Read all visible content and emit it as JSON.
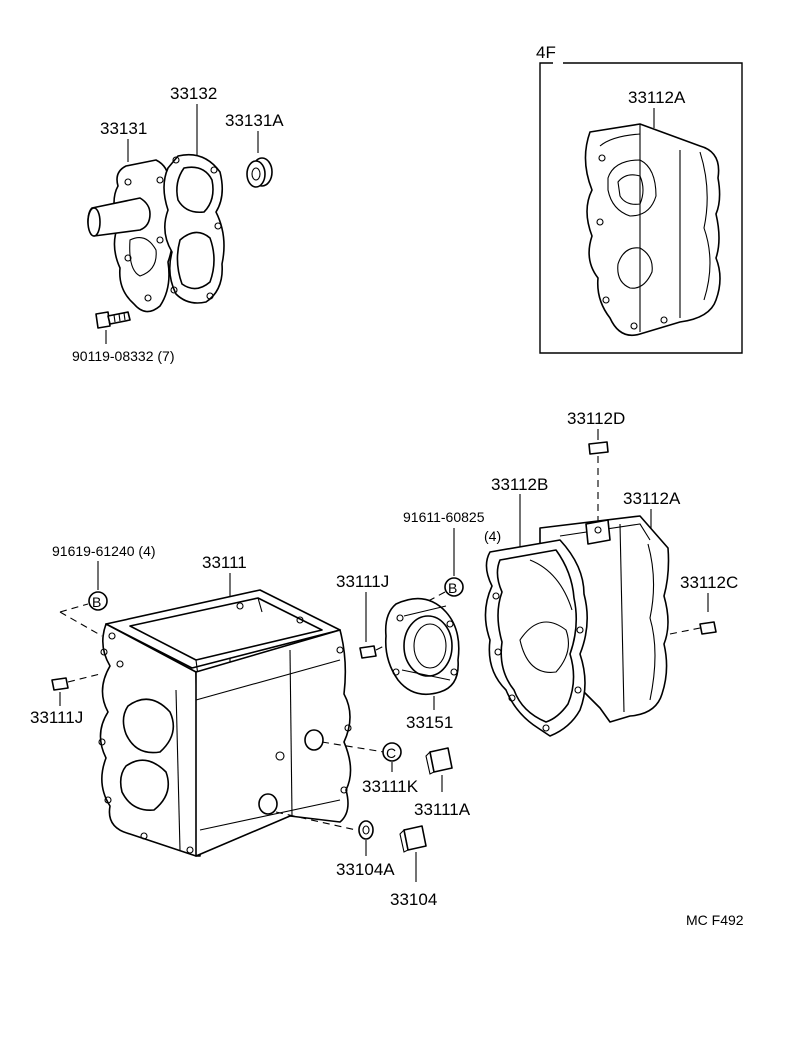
{
  "inset": {
    "label": "4F",
    "part": "33112A"
  },
  "labels": {
    "p33131": "33131",
    "p33132": "33132",
    "p33131A": "33131A",
    "p90119": "90119-08332 (7)",
    "p33112D": "33112D",
    "p33112B": "33112B",
    "p33112A": "33112A",
    "p33112C": "33112C",
    "p91611": "91611-60825",
    "p91611_qty": "(4)",
    "p91619": "91619-61240 (4)",
    "p33111": "33111",
    "p33111J_top": "33111J",
    "p33111J_left": "33111J",
    "p33151": "33151",
    "p33111K": "33111K",
    "p33111A": "33111A",
    "p33104A": "33104A",
    "p33104": "33104"
  },
  "markers": {
    "bolt_symbol": "B",
    "clip_symbol": "C"
  },
  "footer": {
    "code": "MC  F492"
  }
}
